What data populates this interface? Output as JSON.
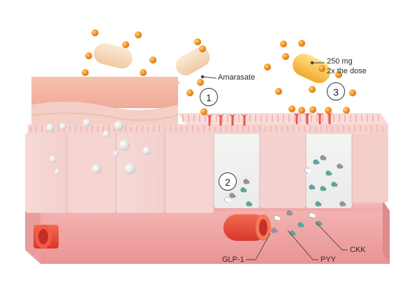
{
  "labels": {
    "drug": "Amarasate",
    "dose_line1": "250 mg",
    "dose_line2": "2x the dose",
    "glp1": "GLP-1",
    "pyy": "PYY",
    "ckk": "CKK"
  },
  "steps": [
    "1",
    "2",
    "3"
  ],
  "colors": {
    "pill_cream": "#f6dcc0",
    "pill_yellow": "#f7b733",
    "orange_granule": "#f08a1c",
    "tissue_pink": "#f2c9c6",
    "base_pink": "#f0a9a8",
    "vessel_red": "#e6453a",
    "receptor_red": "#e8564f",
    "hormone_teal": "#5aa6a0"
  },
  "icons": [
    "capsule-icon",
    "granule-icon",
    "receptor-icon",
    "hormone-granule-icon",
    "blood-vessel-icon"
  ]
}
